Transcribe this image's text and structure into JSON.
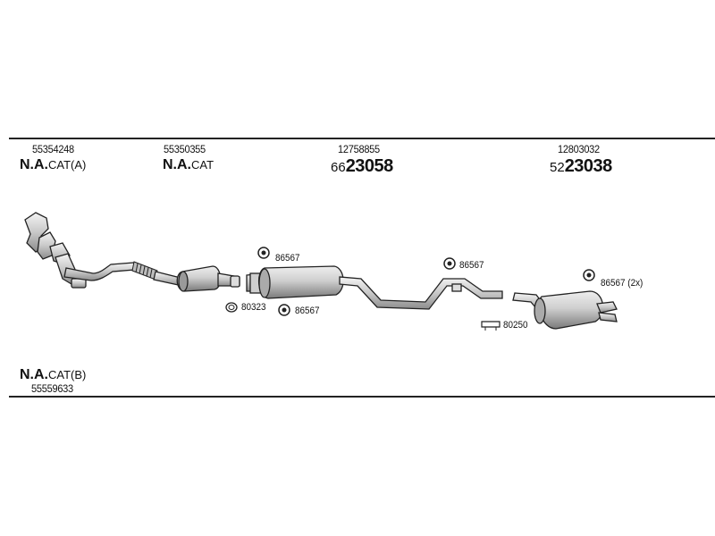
{
  "top_section": {
    "parts": [
      {
        "part_no": "55354248",
        "bold": "N.A.",
        "suffix": "CAT(A)"
      },
      {
        "part_no": "55350355",
        "bold": "N.A.",
        "suffix": "CAT"
      },
      {
        "part_no": "12758855",
        "prefix": "66",
        "code": "23058"
      },
      {
        "part_no": "12803032",
        "prefix": "52",
        "code": "23038"
      }
    ]
  },
  "callouts": {
    "c1": "86567",
    "c2": "80323",
    "c3": "86567",
    "c4": "86567",
    "c5": "80250",
    "c6": "86567 (2x)"
  },
  "bottom_section": {
    "bold": "N.A.",
    "suffix": "CAT(B)",
    "part_no": "55559633"
  }
}
